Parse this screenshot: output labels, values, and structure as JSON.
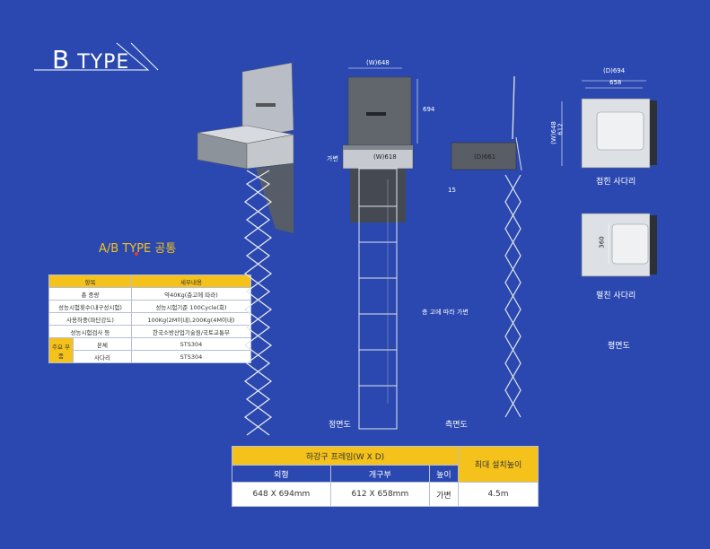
{
  "header": {
    "type_letter": "B",
    "type_word": "TYPE"
  },
  "common_title": "A/B TYPE 공통",
  "spec_table": {
    "headers": [
      "항목",
      "세부내용"
    ],
    "rows": [
      {
        "item": "총 중량",
        "detail": "약40Kg(층고에 따라)"
      },
      {
        "item": "성능시험횟수(내구성시험)",
        "detail": "성능시험기준 100Cycle(회)"
      },
      {
        "item": "사용하중(파단강도)",
        "detail": "100Kg(2M이내),200Kg(4M이내)"
      },
      {
        "item": "성능시험검사 등",
        "detail": "한국소방산업기술원/국토교통부"
      }
    ],
    "material_group": "주요 부품",
    "material_rows": [
      {
        "item": "본체",
        "detail": "STS304"
      },
      {
        "item": "사다리",
        "detail": "STS304"
      }
    ]
  },
  "frame_table": {
    "group_header": "하강구 프레임(W X D)",
    "max_header": "최대 설치높이",
    "sub_headers": [
      "외형",
      "개구부",
      "높이"
    ],
    "values": [
      "648 X 694mm",
      "612 X 658mm",
      "가변"
    ],
    "max_value": "4.5m"
  },
  "front_view": {
    "dim_width": "(W)648",
    "dim_height": "694",
    "dim_inner": "(W)618",
    "dim_side": "가변",
    "note": "층 고에 따라 가변",
    "caption": "정면도"
  },
  "side_view": {
    "dim_depth": "(D)661",
    "dim_15": "15",
    "caption": "측면도"
  },
  "plan_view": {
    "dim_d": "(D)694",
    "dim_658": "658",
    "dim_w": "(W)648",
    "dim_612": "612",
    "dim_360": "360",
    "folded_caption": "접힌 사다리",
    "unfolded_caption": "펼친 사다리",
    "caption": "평면도"
  }
}
